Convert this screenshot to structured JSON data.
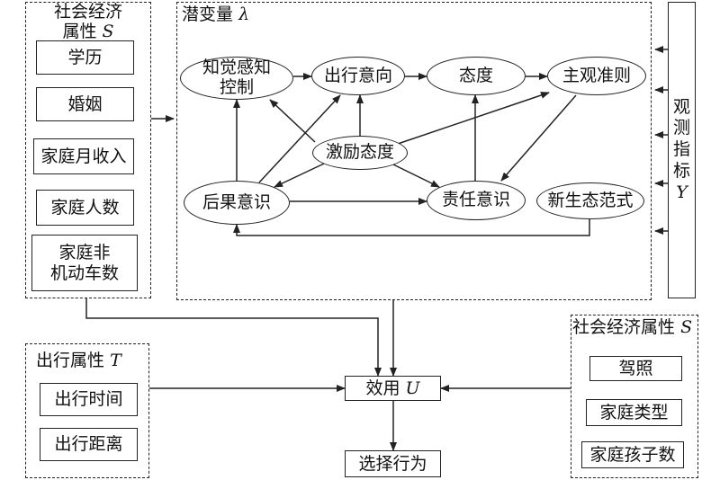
{
  "socio_left": {
    "title_line1": "社会经济",
    "title_line2": "属性",
    "title_symbol": "S",
    "items": [
      "学历",
      "婚姻",
      "家庭月收入",
      "家庭人数",
      "家庭非\n机动车数"
    ]
  },
  "latent": {
    "title": "潜变量",
    "title_symbol": "λ",
    "nodes": {
      "perceived_control": "知觉感知\n控制",
      "travel_intention": "出行意向",
      "attitude": "态度",
      "subjective_norm": "主观准则",
      "incentive_attitude": "激励态度",
      "consequence_awareness": "后果意识",
      "responsibility_awareness": "责任意识",
      "new_eco_paradigm": "新生态范式"
    }
  },
  "observed": {
    "chars": [
      "观",
      "测",
      "指",
      "标"
    ],
    "symbol": "Y"
  },
  "travel_attr": {
    "title": "出行属性",
    "title_symbol": "T",
    "items": [
      "出行时间",
      "出行距离"
    ]
  },
  "utility": {
    "label": "效用",
    "symbol": "U"
  },
  "choice": {
    "label": "选择行为"
  },
  "socio_right": {
    "title": "社会经济属性",
    "title_symbol": "S",
    "items": [
      "驾照",
      "家庭类型",
      "家庭孩子数"
    ]
  }
}
